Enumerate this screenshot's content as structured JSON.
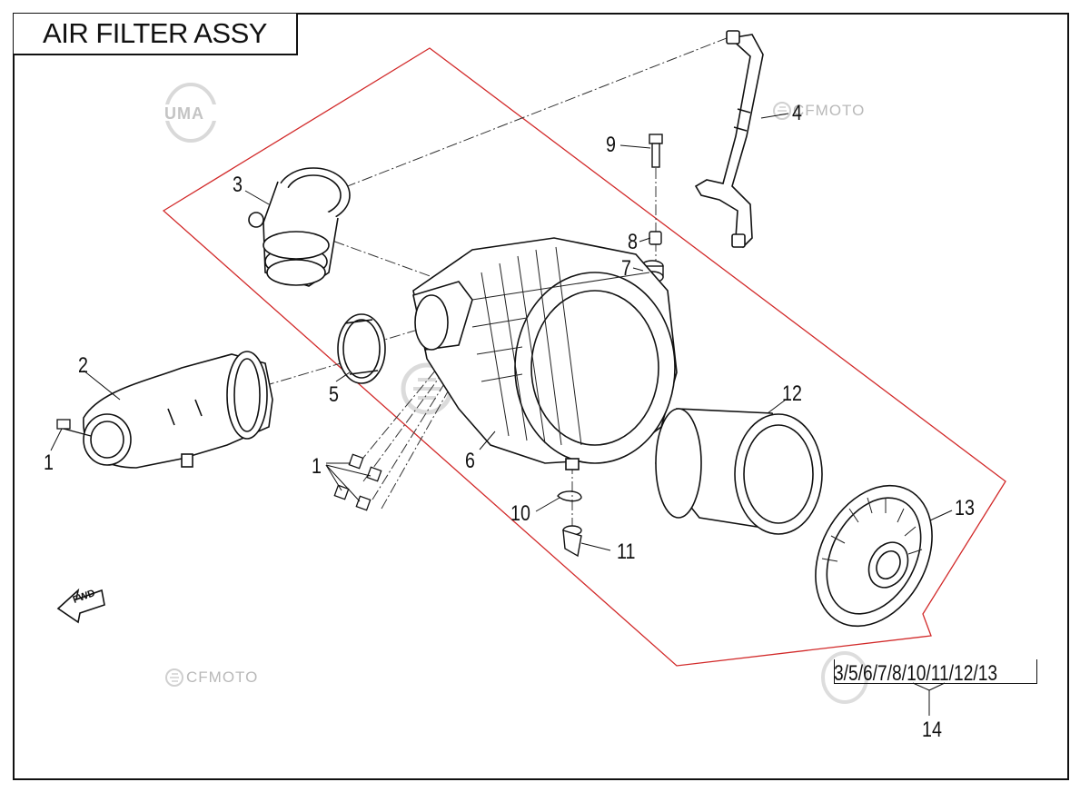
{
  "diagram": {
    "title": "AIR FILTER ASSY",
    "kit_parts_label": "3/5/6/7/8/10/11/12/13",
    "fwd_marker": "FWD",
    "watermarks": {
      "brand_text": "CFMOTO",
      "uma_text": "UMA"
    },
    "callouts": {
      "c1_left": "1",
      "c1_mid": "1",
      "c2": "2",
      "c3": "3",
      "c4": "4",
      "c5": "5",
      "c6": "6",
      "c7": "7",
      "c8": "8",
      "c9": "9",
      "c10": "10",
      "c11": "11",
      "c12": "12",
      "c13": "13",
      "c14": "14"
    },
    "colors": {
      "line": "#111111",
      "kit_outline": "#d22a2a",
      "watermark": "#bdbdbd"
    }
  }
}
